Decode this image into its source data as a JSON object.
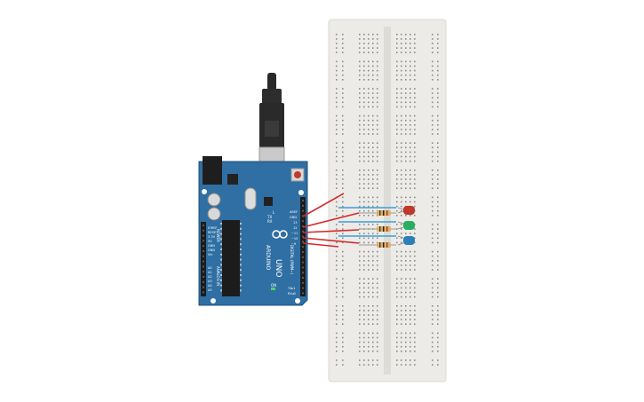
{
  "arduino": {
    "brand_text": "ARDUINO",
    "model_text": "UNO",
    "on_label": "ON",
    "tx_label": "TX",
    "rx_label": "RX",
    "l_label": "L",
    "aref_label": "AREF",
    "gnd_label": "GND",
    "digital_label": "DIGITAL (PWM~)",
    "power_label": "POWER",
    "analog_label": "ANALOG IN",
    "pin_labels": [
      "13",
      "12",
      "~11",
      "~10"
    ],
    "pin_label_extra": "~9",
    "txd_label": "TX▸1",
    "rxd_label": "RX◂0",
    "power_pins": [
      "IOREF",
      "RESET",
      "3.3V",
      "5V",
      "GND",
      "GND",
      "Vin"
    ],
    "analog_pins": [
      "A0",
      "A1",
      "A2",
      "A3",
      "A4",
      "A5"
    ]
  },
  "leds": [
    {
      "color_name": "red",
      "color": "#c0392b"
    },
    {
      "color_name": "green",
      "color": "#27ae60"
    },
    {
      "color_name": "blue",
      "color": "#2c7fb8"
    }
  ],
  "colors": {
    "board": "#2f6fa3",
    "wire_red": "#d22b2b",
    "wire_blue": "#3aa0d8",
    "breadboard": "#ecebe8",
    "resistor": "#d8b46a"
  }
}
